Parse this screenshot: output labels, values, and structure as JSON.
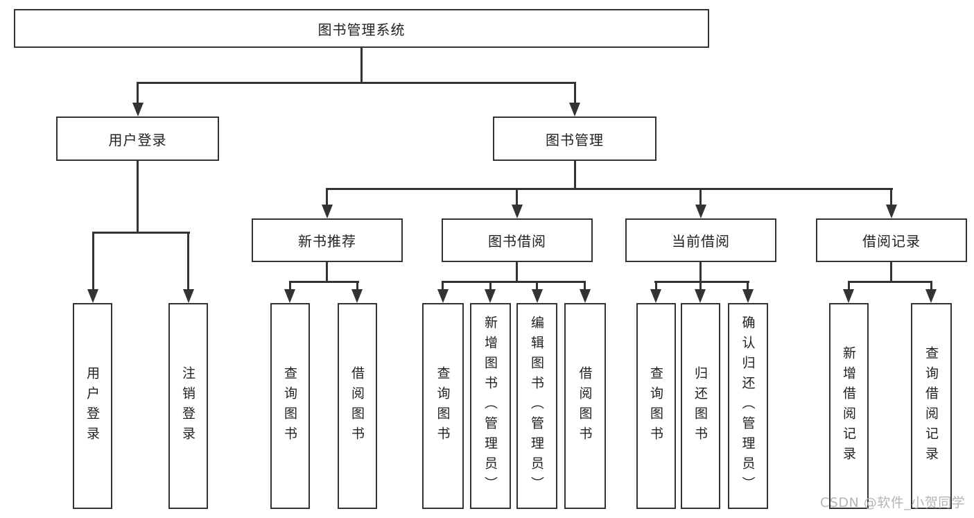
{
  "diagram": {
    "root": {
      "label": "图书管理系统"
    },
    "branches": [
      {
        "label": "用户登录",
        "children": [
          {
            "label": "用户登录"
          },
          {
            "label": "注销登录"
          }
        ]
      },
      {
        "label": "图书管理",
        "children": [
          {
            "label": "新书推荐",
            "children": [
              {
                "label": "查询图书"
              },
              {
                "label": "借阅图书"
              }
            ]
          },
          {
            "label": "图书借阅",
            "children": [
              {
                "label": "查询图书"
              },
              {
                "label": "新增图书（管理员）"
              },
              {
                "label": "编辑图书（管理员）"
              },
              {
                "label": "借阅图书"
              }
            ]
          },
          {
            "label": "当前借阅",
            "children": [
              {
                "label": "查询图书"
              },
              {
                "label": "归还图书"
              },
              {
                "label": "确认归还（管理员）"
              }
            ]
          },
          {
            "label": "借阅记录",
            "children": [
              {
                "label": "新增借阅记录"
              },
              {
                "label": "查询借阅记录"
              }
            ]
          }
        ]
      }
    ]
  },
  "watermark": {
    "text": "CSDN @软件_小贺同学"
  },
  "colors": {
    "line": "#333333",
    "text": "#212121",
    "box_background": "#ffffff",
    "page_background": "#ffffff",
    "watermark": "#b5b5b5"
  }
}
